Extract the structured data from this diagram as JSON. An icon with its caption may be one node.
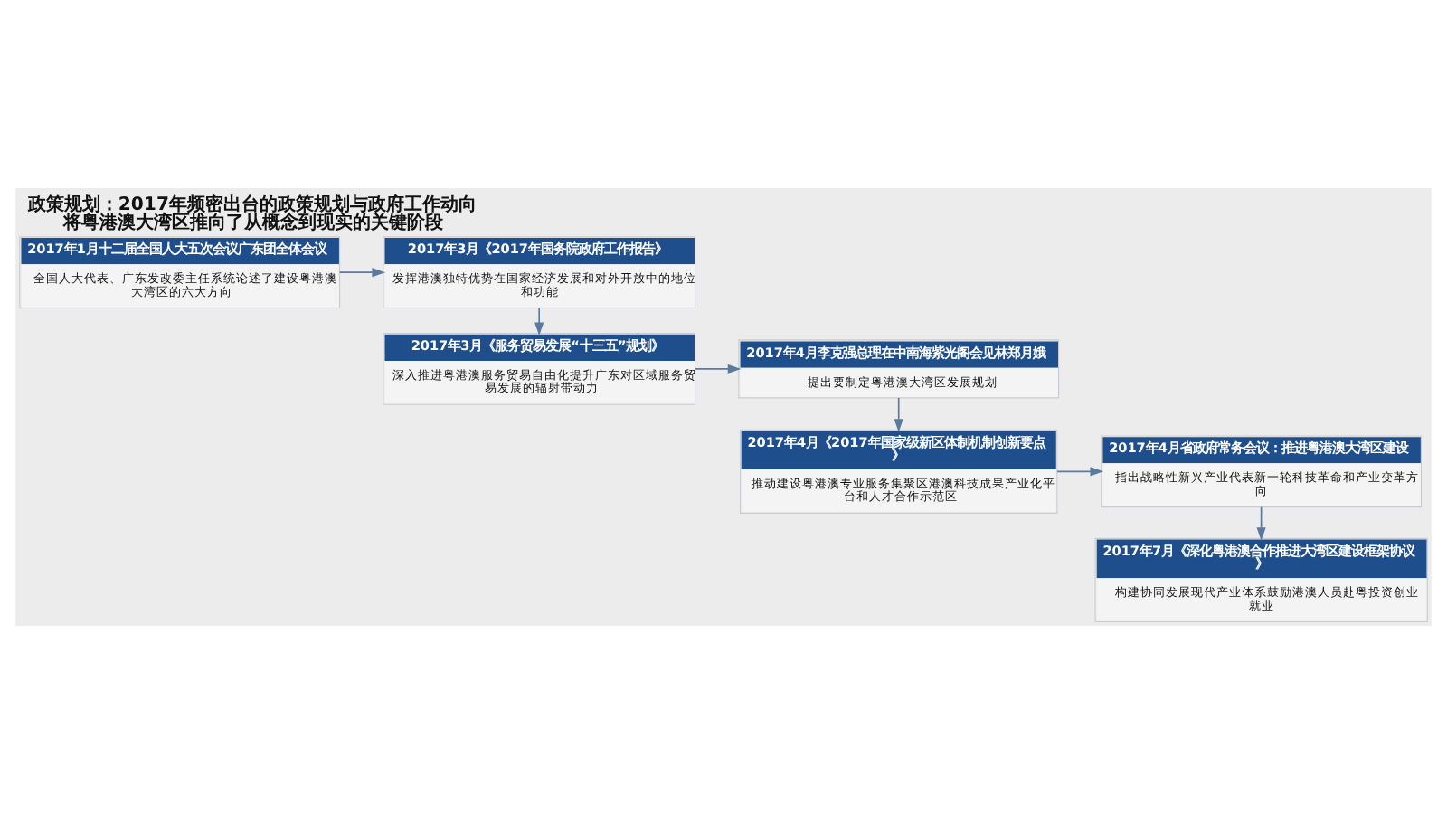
{
  "diagram": {
    "title": "政策规划：2017年频密出台的政策规划与政府工作动向将粤港澳大湾区推向了从概念到现实的关键阶段",
    "nodes": [
      {
        "text": [
          "2017年1月十二届全国人大五次会议广东团全体会议",
          "全国人大代表、广东发改委主任系统论述了建设粤港澳大湾区的六大方向"
        ]
      },
      {
        "text": [
          "2017年3月《2017年国务院政府工作报告》",
          "发挥港澳独特优势在国家经济发展和对外开放中的地位和功能"
        ]
      },
      {
        "text": [
          "2017年3月《服务贸易发展“十三五”规划》",
          "深入推进粤港澳服务贸易自由化提升广东对区域服务贸易发展的辐射带动力"
        ]
      },
      {
        "text": [
          "2017年4月李克强总理在中南海紫光阁会见林郑月娥",
          "提出要制定粤港澳大湾区发展规划"
        ]
      },
      {
        "text": [
          "2017年4月《2017年国家级新区体制机制创新要点》",
          "推动建设粤港澳专业服务集聚区港澳科技成果产业化平台和人才合作示范区"
        ]
      },
      {
        "text": [
          "2017年4月省政府常务会议：推进粤港澳大湾区建设",
          "指出战略性新兴产业代表新一轮科技革命和产业变革方向"
        ]
      },
      {
        "text": [
          "2017年7月《深化粤港澳合作推进大湾区建设框架协议》",
          "构建协同发展现代产业体系鼓励港澳人员赴粤投资创业就业"
        ]
      }
    ],
    "edges": [
      {
        "from": 0,
        "to": 1,
        "arrow": "to"
      },
      {
        "from": 1,
        "to": 2,
        "arrow": "to"
      },
      {
        "from": 2,
        "to": 3,
        "arrow": "to"
      },
      {
        "from": 3,
        "to": 4,
        "arrow": "to"
      },
      {
        "from": 4,
        "to": 5,
        "arrow": "to"
      },
      {
        "from": 5,
        "to": 6,
        "arrow": "to"
      }
    ]
  }
}
